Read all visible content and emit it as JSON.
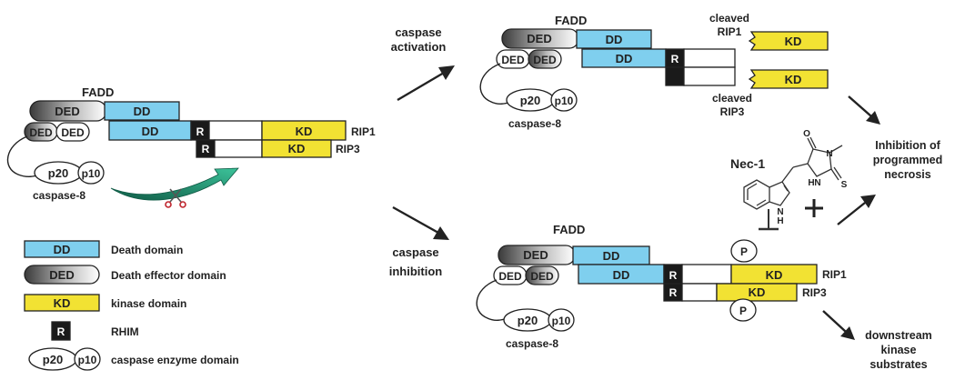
{
  "labels": {
    "fadd": "FADD",
    "ded": "DED",
    "dd": "DD",
    "kd": "KD",
    "r": "R",
    "p20": "p20",
    "p10": "p10",
    "p": "P",
    "rip1": "RIP1",
    "rip3": "RIP3",
    "caspase8": "caspase-8",
    "cleaved": "cleaved",
    "nec1": "Nec-1",
    "o": "O",
    "n": "N",
    "s": "S",
    "h": "H"
  },
  "arrows": {
    "caspase_activation": [
      "caspase",
      "activation"
    ],
    "caspase_inhibition": [
      "caspase",
      "inhibition"
    ]
  },
  "outcomes": {
    "necrosis": [
      "Inhibition of",
      "programmed",
      "necrosis"
    ],
    "substrates": [
      "downstream",
      "kinase",
      "substrates"
    ]
  },
  "legend": [
    {
      "key": "DD",
      "text": "Death domain"
    },
    {
      "key": "DED",
      "text": "Death effector domain"
    },
    {
      "key": "KD",
      "text": "kinase domain"
    },
    {
      "key": "R",
      "text": "RHIM"
    },
    {
      "key": "p20/p10",
      "text": "caspase enzyme domain"
    }
  ],
  "colors": {
    "death_domain": "#7fcfee",
    "kinase_domain": "#f2e233",
    "rhim": "#1a1a1a",
    "cleavage_arrow": "#1f8f6a"
  }
}
